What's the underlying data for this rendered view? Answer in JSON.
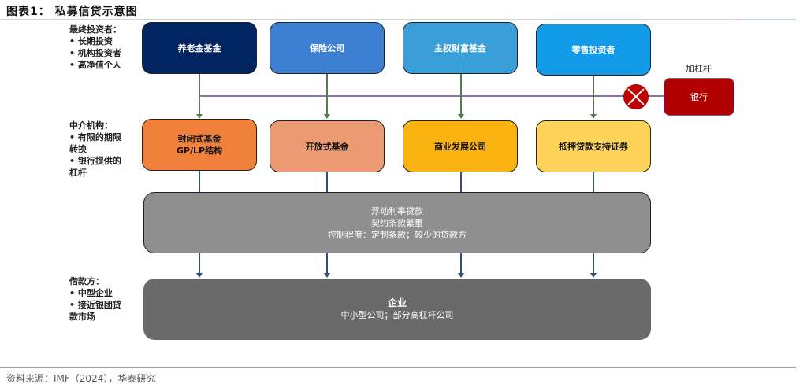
{
  "title": "图表1：  私募信贷示意图",
  "side_labels": {
    "investors": [
      "最终投资者：",
      "• 长期投资",
      "• 机构投资者",
      "• 高净值个人"
    ],
    "intermediaries": [
      "中介机构：",
      "• 有限的期限",
      "转换",
      "• 银行提供的",
      "杠杆"
    ],
    "borrowers": [
      "借款方：",
      "• 中型企业",
      "• 接近银团贷",
      "款市场"
    ]
  },
  "investors": [
    {
      "label": "养老金基金",
      "color": "#022460"
    },
    {
      "label": "保险公司",
      "color": "#3d7fd0"
    },
    {
      "label": "主权财富基金",
      "color": "#3a9fd8"
    },
    {
      "label": "零售投资者",
      "color": "#119be8"
    }
  ],
  "leverage": {
    "label": "加杠杆",
    "bank_label": "银行",
    "bank_color": "#b00000",
    "blocked_icon": "x-circle-icon"
  },
  "intermediaries": [
    {
      "lines": [
        "封闭式基金",
        "GP/LP结构"
      ],
      "color": "#f0803a"
    },
    {
      "lines": [
        "开放式基金"
      ],
      "color": "#eb9a72"
    },
    {
      "lines": [
        "商业发展公司"
      ],
      "color": "#fbb311"
    },
    {
      "lines": [
        "抵押贷款支持证券"
      ],
      "color": "#fdd35a"
    }
  ],
  "loan_box": {
    "lines": [
      "浮动利率贷款",
      "契约条款繁重",
      "控制程度：定制条款；较少的贷款方"
    ],
    "color": "#8f8f8f"
  },
  "borrower_box": {
    "lines": [
      "企业",
      "中小型公司；部分高杠杆公司"
    ],
    "color": "#6a6a6a"
  },
  "source": "资料来源：IMF（2024），华泰研究"
}
